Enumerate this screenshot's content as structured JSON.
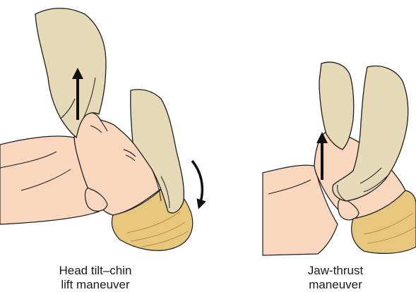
{
  "colors": {
    "skin": "#f8d7be",
    "skin_shadow": "#efc4a6",
    "glove": "#e6d9b8",
    "glove_shadow": "#d9c9a1",
    "hair": "#e7c77e",
    "hair_line": "#b58f3f",
    "outline": "#1e1e1e",
    "arrow": "#111111"
  },
  "icons": {
    "left_up_arrow": "arrow-up-icon",
    "left_curved_arrow": "curved-arrow-down-icon",
    "right_up_arrow": "arrow-up-icon"
  },
  "panels": {
    "left": {
      "caption_line1": "Head tilt–chin",
      "caption_line2": "lift maneuver"
    },
    "right": {
      "caption_line1": "Jaw-thrust",
      "caption_line2": "maneuver"
    }
  }
}
